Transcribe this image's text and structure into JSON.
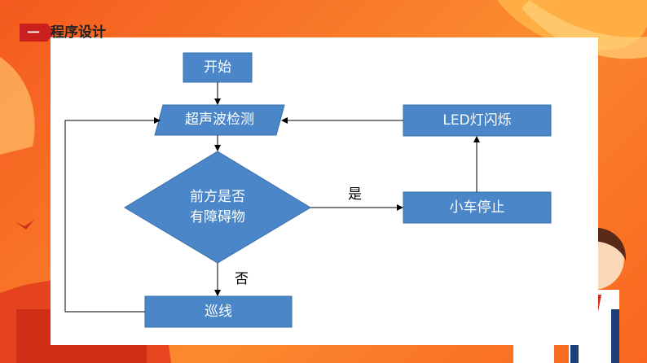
{
  "header": {
    "section_number": "一",
    "section_title": "程序设计"
  },
  "flowchart": {
    "nodes": {
      "start": "开始",
      "ultrasonic": "超声波检测",
      "decision_line1": "前方是否",
      "decision_line2": "有障碍物",
      "line_follow": "巡线",
      "car_stop": "小车停止",
      "led_flash": "LED灯闪烁"
    },
    "edges": {
      "yes": "是",
      "no": "否"
    }
  },
  "colors": {
    "node_fill": "#4a86c8",
    "node_stroke": "#3a6fa8",
    "accent": "#c9201d",
    "background": "#f86a22"
  }
}
